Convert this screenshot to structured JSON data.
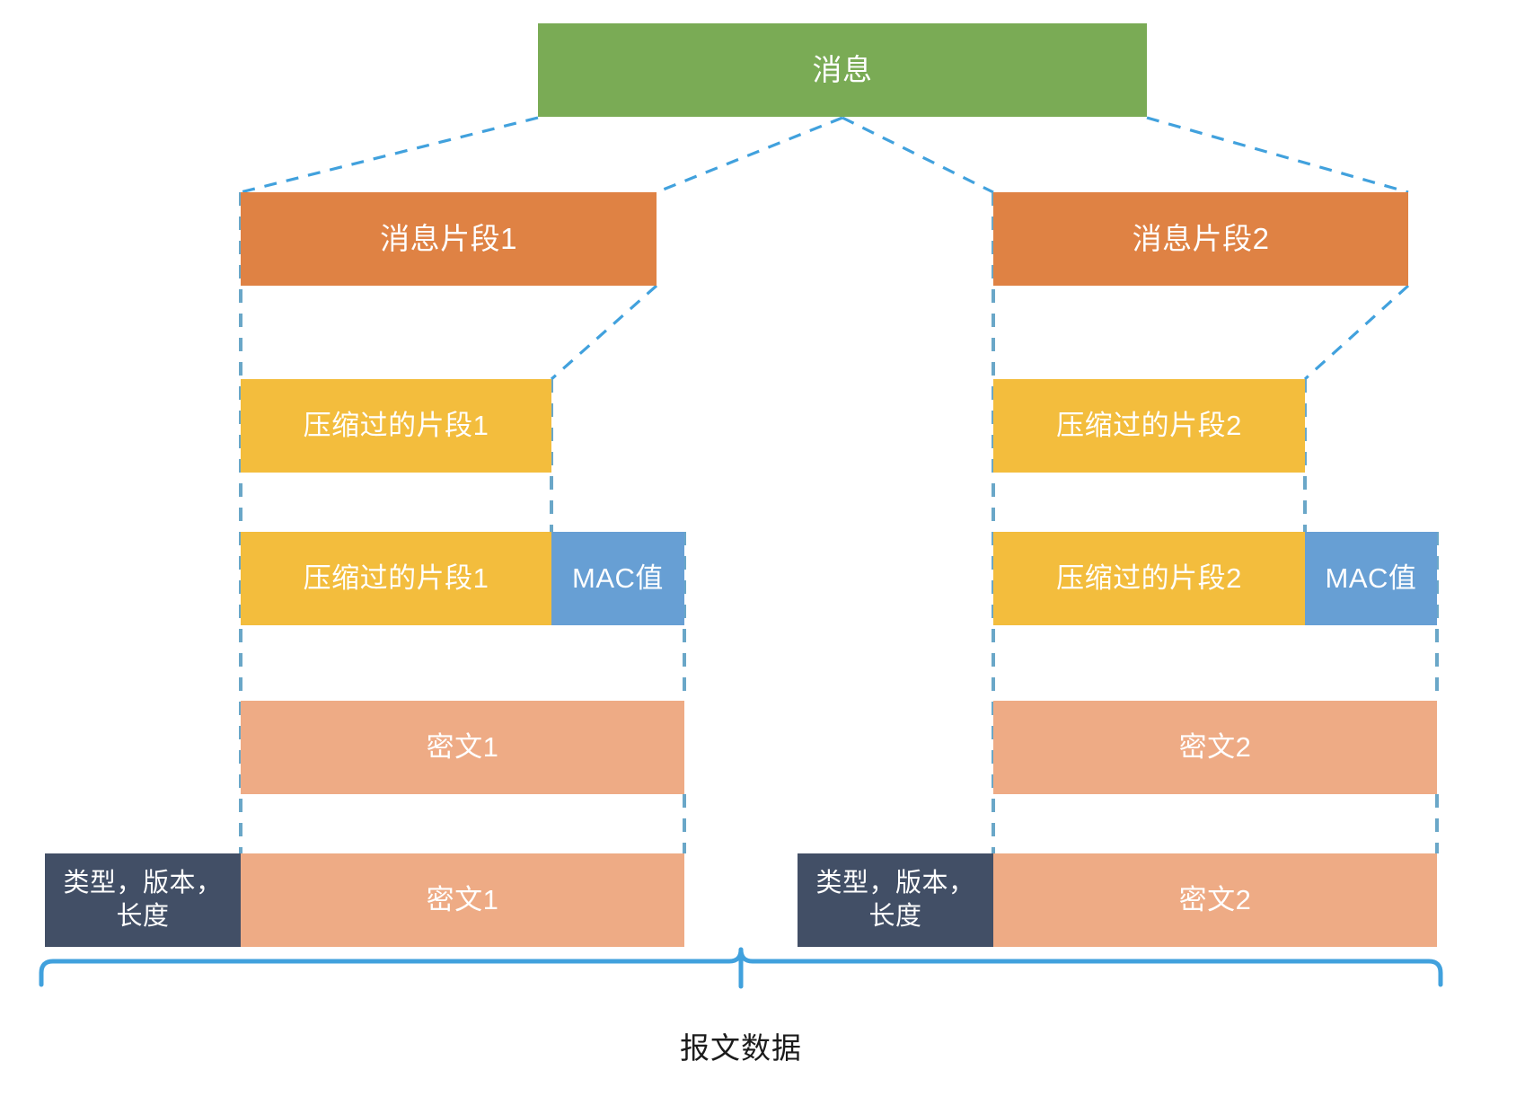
{
  "diagram": {
    "title_box": {
      "label": "消息",
      "color": "#7aab55"
    },
    "caption": "报文数据",
    "colors": {
      "message": "#7aab55",
      "fragment": "#df8244",
      "compressed": "#f3bd3d",
      "mac": "#679fd4",
      "ciphertext": "#eeab85",
      "header": "#424f66",
      "connector": "#41a1dd"
    },
    "columns": [
      {
        "id": "left",
        "fragment_label": "消息片段1",
        "compressed_label": "压缩过的片段1",
        "compressed_with_mac_label": "压缩过的片段1",
        "mac_label": "MAC值",
        "ciphertext_label": "密文1",
        "record_ciphertext_label": "密文1",
        "record_header_label": "类型，版本，\n长度"
      },
      {
        "id": "right",
        "fragment_label": "消息片段2",
        "compressed_label": "压缩过的片段2",
        "compressed_with_mac_label": "压缩过的片段2",
        "mac_label": "MAC值",
        "ciphertext_label": "密文2",
        "record_ciphertext_label": "密文2",
        "record_header_label": "类型，版本，\n长度"
      }
    ]
  }
}
